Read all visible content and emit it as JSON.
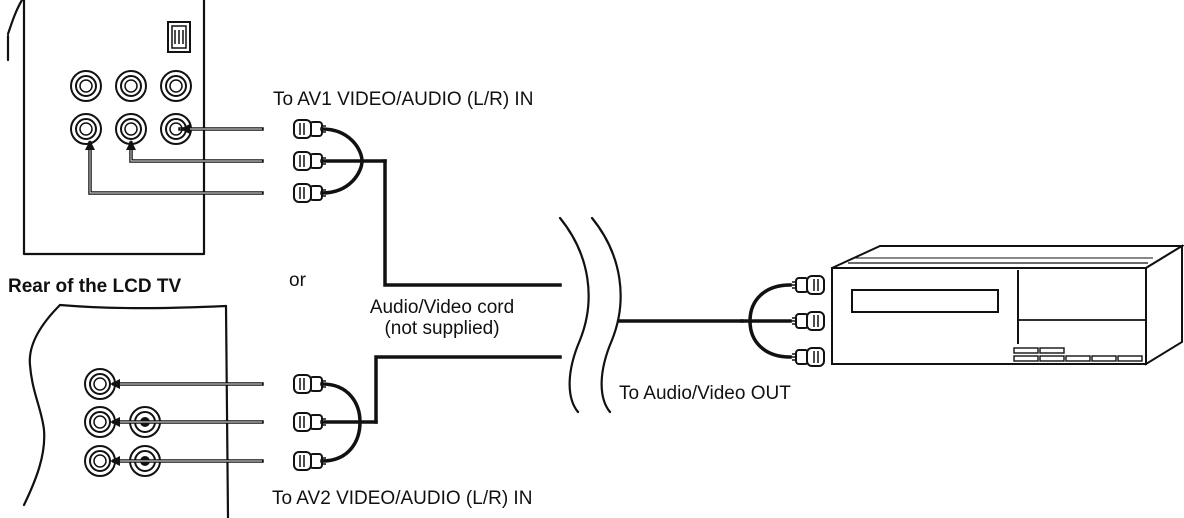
{
  "labels": {
    "av1_input": "To AV1 VIDEO/AUDIO (L/R) IN",
    "av2_input": "To AV2 VIDEO/AUDIO (L/R) IN",
    "rear_tv": "Rear of the LCD TV",
    "or": "or",
    "cord_line1": "Audio/Video cord",
    "cord_line2": "(not supplied)",
    "av_out": "To Audio/Video OUT"
  }
}
